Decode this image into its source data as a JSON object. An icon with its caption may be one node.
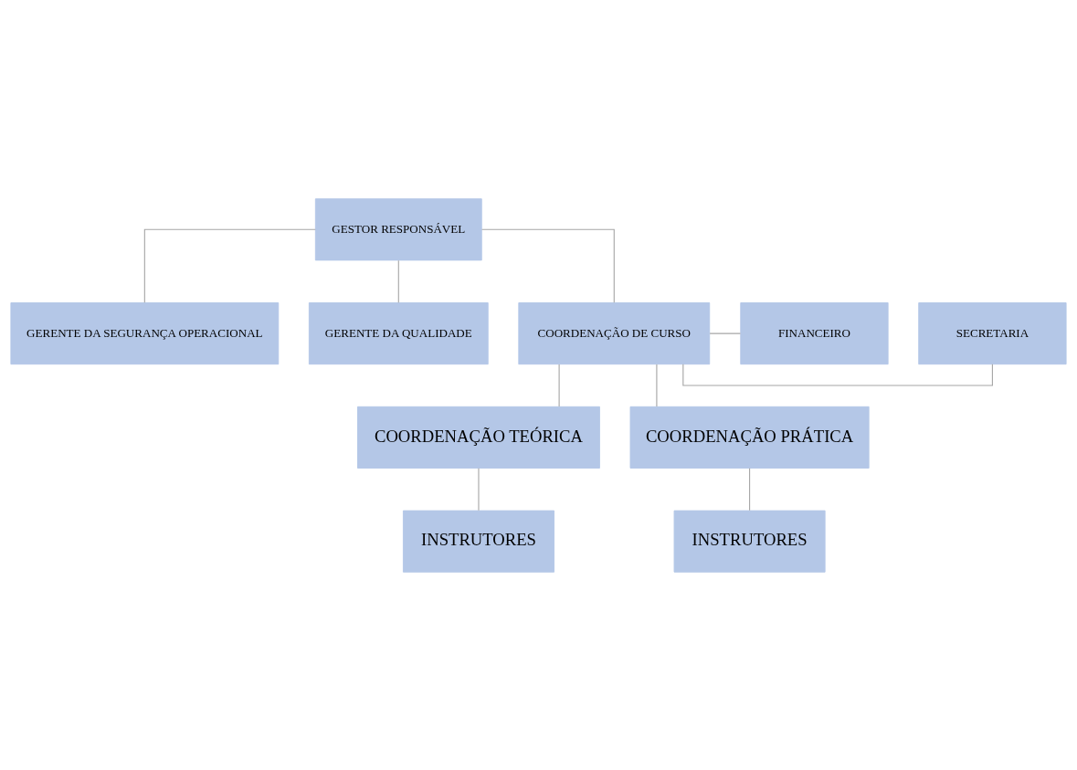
{
  "diagram": {
    "nodes": [
      {
        "text": [
          "GESTOR RESPONSÁVEL"
        ]
      },
      {
        "text": [
          "GERENTE DA SEGURANÇA OPERACIONAL"
        ]
      },
      {
        "text": [
          "GERENTE DA QUALIDADE"
        ]
      },
      {
        "text": [
          "SECRETARIA"
        ]
      },
      {
        "text": [
          "COORDENAÇÃO DE CURSO"
        ]
      },
      {
        "text": [
          "FINANCEIRO"
        ]
      },
      {
        "text": [
          "COORDENAÇÃO TEÓRICA"
        ]
      },
      {
        "text": [
          "COORDENAÇÃO PRÁTICA"
        ]
      },
      {
        "text": [
          "INSTRUTORES"
        ]
      },
      {
        "text": [
          "INSTRUTORES"
        ]
      }
    ],
    "edges": [
      {
        "from": 0,
        "to": 1,
        "arrow": "none"
      },
      {
        "from": 0,
        "to": 2,
        "arrow": "none"
      },
      {
        "from": 0,
        "to": 4,
        "arrow": "none"
      },
      {
        "from": 4,
        "to": 3,
        "arrow": "none"
      },
      {
        "from": 4,
        "to": 5,
        "arrow": "none"
      },
      {
        "from": 4,
        "to": 6,
        "arrow": "none"
      },
      {
        "from": 4,
        "to": 7,
        "arrow": "none"
      },
      {
        "from": 6,
        "to": 8,
        "arrow": "none"
      },
      {
        "from": 7,
        "to": 9,
        "arrow": "none"
      }
    ]
  }
}
